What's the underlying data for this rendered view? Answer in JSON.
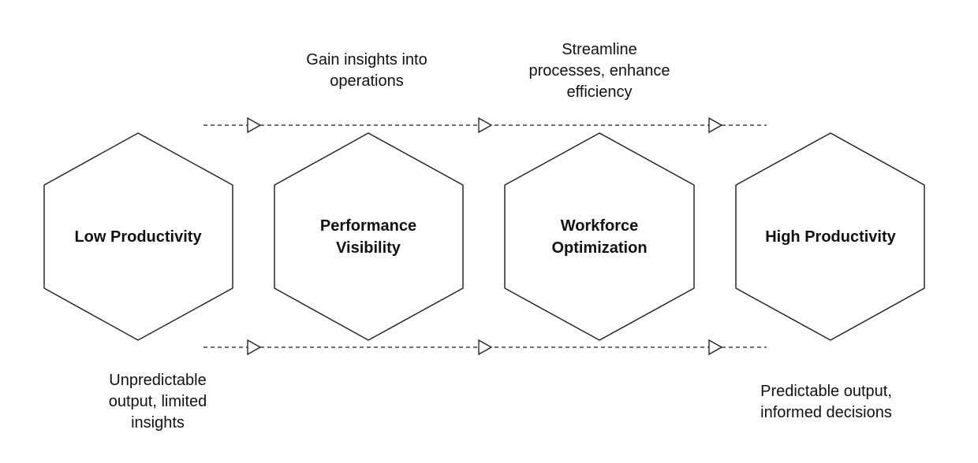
{
  "stages": [
    {
      "label": "Low Productivity"
    },
    {
      "label": "Performance\nVisibility"
    },
    {
      "label": "Workforce\nOptimization"
    },
    {
      "label": "High Productivity"
    }
  ],
  "top_notes": [
    "Gain insights into\noperations",
    "Streamline\nprocesses, enhance\nefficiency"
  ],
  "bottom_notes": [
    "Unpredictable\noutput, limited\ninsights",
    "Predictable output,\ninformed decisions"
  ],
  "colors": {
    "stroke": "#1a1a1a",
    "text": "#111111",
    "background": "#ffffff"
  }
}
